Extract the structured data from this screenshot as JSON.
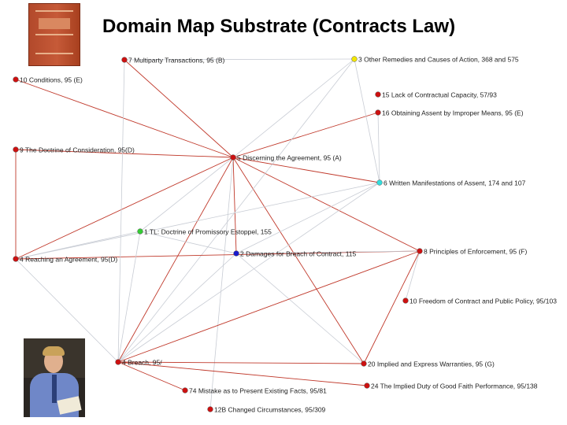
{
  "title": "Domain Map Substrate (Contracts Law)",
  "colors": {
    "edge_red": "#c0392b",
    "edge_grey": "#c8ccd4",
    "node_red": "#cc1111",
    "node_yellow": "#f2e600",
    "node_cyan": "#33dddd",
    "node_green": "#33cc33",
    "node_blue": "#1a1acc"
  },
  "nodes": [
    {
      "id": "multiparty",
      "label": "7 Multiparty Transactions, 95 (B)",
      "color": "red"
    },
    {
      "id": "remedies",
      "label": "3 Other Remedies and Causes of Action, 368 and 575",
      "color": "yellow"
    },
    {
      "id": "conditions",
      "label": "10 Conditions, 95 (E)",
      "color": "red"
    },
    {
      "id": "capacity",
      "label": "15 Lack of Contractual Capacity, 57/93",
      "color": "red"
    },
    {
      "id": "improper",
      "label": "16 Obtaining Assent by Improper Means, 95 (E)",
      "color": "red"
    },
    {
      "id": "consideration",
      "label": "9 The Doctrine of Consideration, 95(D)",
      "color": "red"
    },
    {
      "id": "discerning",
      "label": "5 Discerning the Agreement, 95 (A)",
      "color": "red"
    },
    {
      "id": "written",
      "label": "6 Written Manifestations of Assent, 174 and 107",
      "color": "cyan"
    },
    {
      "id": "estoppel",
      "label": "1 TL: Doctrine of Promissory Estoppel, 155",
      "color": "green"
    },
    {
      "id": "reaching",
      "label": "4 Reaching an Agreement, 95(D)",
      "color": "red"
    },
    {
      "id": "damages",
      "label": "2 Damages for Breach of Contract, 115",
      "color": "blue"
    },
    {
      "id": "enforcement",
      "label": "8 Principles of Enforcement, 95 (F)",
      "color": "red"
    },
    {
      "id": "freedom",
      "label": "10 Freedom of Contract and Public Policy, 95/103",
      "color": "red"
    },
    {
      "id": "breach",
      "label": "4 Breach, 95/",
      "color": "red"
    },
    {
      "id": "warranties",
      "label": "20 Implied and Express Warranties, 95 (G)",
      "color": "red"
    },
    {
      "id": "goodfaith",
      "label": "24 The Implied Duty of Good Faith Performance, 95/138",
      "color": "red"
    },
    {
      "id": "mistake",
      "label": "74 Mistake as to Present Existing Facts, 95/81",
      "color": "red"
    },
    {
      "id": "changed",
      "label": "12B Changed Circumstances, 95/309",
      "color": "red"
    }
  ],
  "edges": [
    [
      "discerning",
      "multiparty",
      "red"
    ],
    [
      "discerning",
      "conditions",
      "red"
    ],
    [
      "discerning",
      "consideration",
      "red"
    ],
    [
      "discerning",
      "improper",
      "red"
    ],
    [
      "discerning",
      "written",
      "red"
    ],
    [
      "discerning",
      "enforcement",
      "red"
    ],
    [
      "discerning",
      "reaching",
      "red"
    ],
    [
      "discerning",
      "breach",
      "red"
    ],
    [
      "discerning",
      "warranties",
      "red"
    ],
    [
      "discerning",
      "damages",
      "red"
    ],
    [
      "discerning",
      "remedies",
      "grey"
    ],
    [
      "discerning",
      "estoppel",
      "grey"
    ],
    [
      "discerning",
      "changed",
      "grey"
    ],
    [
      "consideration",
      "reaching",
      "red"
    ],
    [
      "multiparty",
      "remedies",
      "grey"
    ],
    [
      "remedies",
      "written",
      "grey"
    ],
    [
      "remedies",
      "breach",
      "grey"
    ],
    [
      "improper",
      "written",
      "grey"
    ],
    [
      "written",
      "reaching",
      "grey"
    ],
    [
      "written",
      "damages",
      "grey"
    ],
    [
      "written",
      "breach",
      "grey"
    ],
    [
      "reaching",
      "enforcement",
      "red"
    ],
    [
      "reaching",
      "estoppel",
      "grey"
    ],
    [
      "estoppel",
      "damages",
      "grey"
    ],
    [
      "estoppel",
      "breach",
      "grey"
    ],
    [
      "damages",
      "enforcement",
      "grey"
    ],
    [
      "damages",
      "breach",
      "grey"
    ],
    [
      "damages",
      "warranties",
      "grey"
    ],
    [
      "enforcement",
      "breach",
      "red"
    ],
    [
      "enforcement",
      "warranties",
      "red"
    ],
    [
      "enforcement",
      "freedom",
      "grey"
    ],
    [
      "breach",
      "warranties",
      "red"
    ],
    [
      "breach",
      "goodfaith",
      "red"
    ],
    [
      "breach",
      "mistake",
      "red"
    ],
    [
      "breach",
      "multiparty",
      "grey"
    ],
    [
      "breach",
      "reaching",
      "grey"
    ]
  ]
}
